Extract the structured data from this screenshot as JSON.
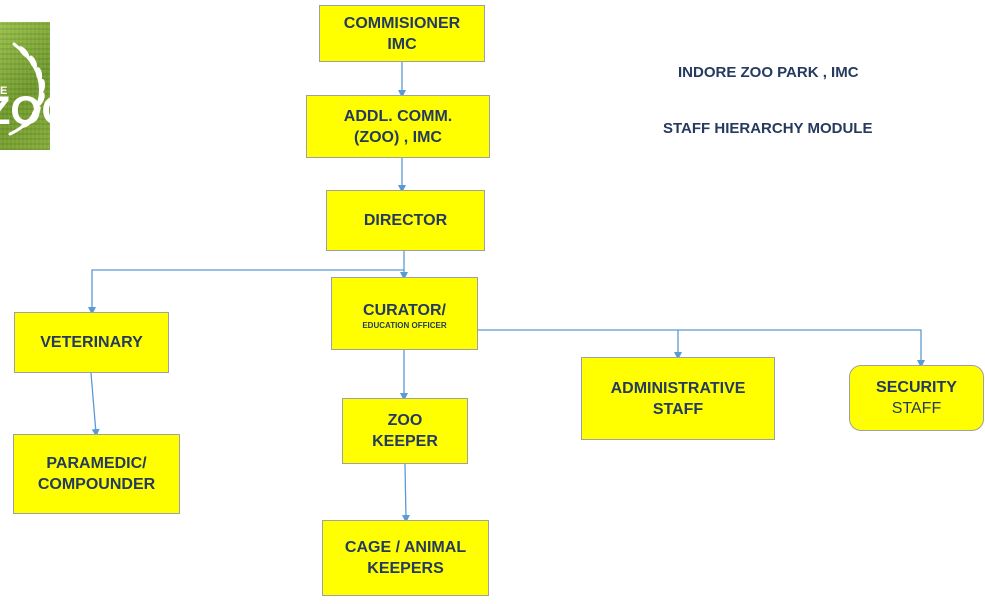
{
  "header": {
    "title_line1": "INDORE ZOO PARK , IMC",
    "title_line2": "STAFF HIERARCHY MODULE"
  },
  "logo": {
    "text": "ZOO",
    "icon": "laurel-wreath-logo"
  },
  "colors": {
    "box_fill": "#ffff00",
    "box_text": "#243a5e",
    "connector": "#5b9bd5"
  },
  "nodes": {
    "commissioner": {
      "line1": "COMMISIONER",
      "line2": "IMC"
    },
    "addl_comm": {
      "line1": "ADDL. COMM.",
      "line2": "(ZOO) , IMC"
    },
    "director": {
      "line1": "DIRECTOR"
    },
    "curator": {
      "line1": "CURATOR/",
      "line2": "EDUCATION OFFICER"
    },
    "veterinary": {
      "line1": "VETERINARY"
    },
    "paramedic": {
      "line1": "PARAMEDIC/",
      "line2": "COMPOUNDER"
    },
    "zoo_keeper": {
      "line1": "ZOO",
      "line2": "KEEPER"
    },
    "cage_keepers": {
      "line1": "CAGE / ANIMAL",
      "line2": "KEEPERS"
    },
    "administrative": {
      "line1": "ADMINISTRATIVE",
      "line2": "STAFF"
    },
    "security": {
      "line1": "SECURITY",
      "line2": "STAFF"
    }
  }
}
